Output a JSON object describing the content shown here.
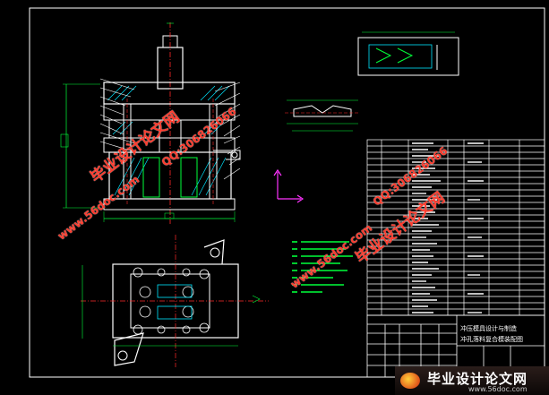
{
  "watermarks": {
    "site_name": "毕业设计论文网",
    "site_url": "www.56doc.com",
    "qq": "QQ:306826066"
  },
  "title_block": {
    "row1": "冲压模具设计与制造",
    "row2": "冲孔落料复合模装配图"
  },
  "banner": {
    "title": "毕业设计论文网",
    "url": "www.56doc.com"
  },
  "colors": {
    "background": "#000000",
    "outline": "#ffffff",
    "centerline": "#ff2a2a",
    "dimension": "#00ff3a",
    "section": "#00e6ff",
    "magenta": "#ff33ff",
    "watermark": "#ff3c2e"
  }
}
